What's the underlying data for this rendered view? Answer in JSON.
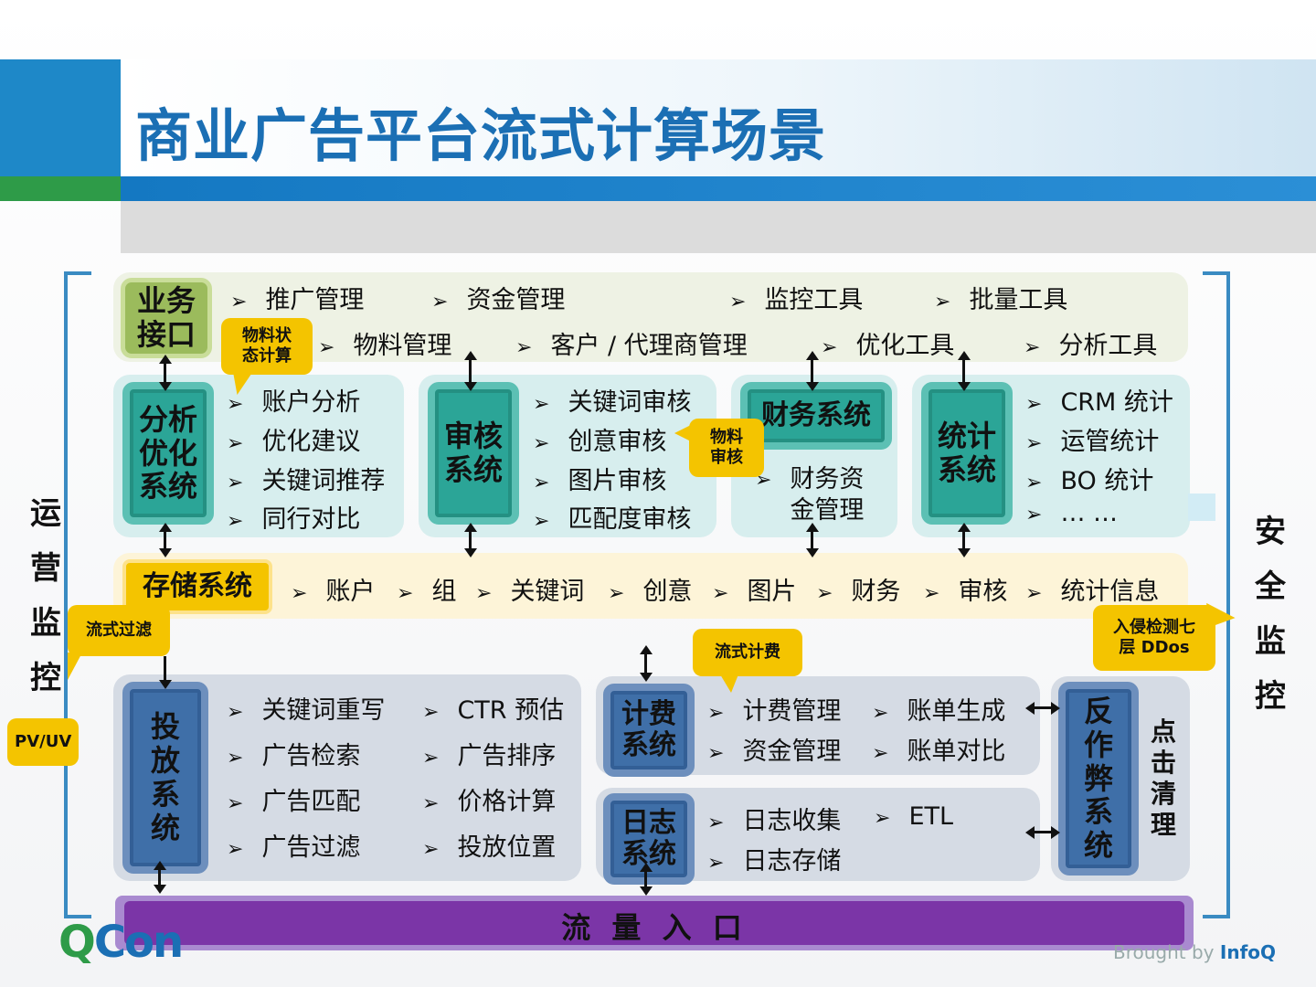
{
  "title": "商业广告平台流式计算场景",
  "left_label": [
    "运",
    "营",
    "监",
    "控"
  ],
  "right_label": [
    "安",
    "全",
    "监",
    "控"
  ],
  "business": {
    "box": "业务接口",
    "row1": [
      "推广管理",
      "资金管理",
      "监控工具",
      "批量工具"
    ],
    "row2": [
      "物料管理",
      "客户 / 代理商管理",
      "优化工具",
      "分析工具"
    ]
  },
  "analysis": {
    "box": "分析优化系统",
    "items": [
      "账户分析",
      "优化建议",
      "关键词推荐",
      "同行对比"
    ]
  },
  "audit": {
    "box": "审核系统",
    "items": [
      "关键词审核",
      "创意审核",
      "图片审核",
      "匹配度审核"
    ]
  },
  "finance": {
    "box": "财务系统",
    "item": "财务资金管理"
  },
  "stats": {
    "box": "统计系统",
    "items": [
      "CRM 统计",
      "运管统计",
      "BO 统计",
      "… …"
    ]
  },
  "storage": {
    "box": "存储系统",
    "items": [
      "账户",
      "组",
      "关键词",
      "创意",
      "图片",
      "财务",
      "审核",
      "统计信息"
    ]
  },
  "delivery": {
    "box": "投放系统",
    "col1": [
      "关键词重写",
      "广告检索",
      "广告匹配",
      "广告过滤"
    ],
    "col2": [
      "CTR 预估",
      "广告排序",
      "价格计算",
      "投放位置"
    ]
  },
  "billing": {
    "box": "计费系统",
    "items": [
      "计费管理",
      "账单生成",
      "资金管理",
      "账单对比"
    ]
  },
  "log": {
    "box": "日志系统",
    "items": [
      "日志收集",
      "ETL",
      "日志存储"
    ]
  },
  "anticheat": {
    "box": "反作弊系统",
    "side": "点击清理"
  },
  "traffic": "流 量 入 口",
  "callouts": {
    "material_state": "物料状态计算",
    "material_audit": "物料审核",
    "stream_filter": "流式过滤",
    "pvuv": "PV/UV",
    "stream_billing": "流式计费",
    "intrusion": "入侵检测七层 DDos"
  },
  "footer": {
    "logo": "QCon",
    "brought": "Brought by",
    "infoq": "InfoQ"
  },
  "colors": {
    "title": "#1b6fb4",
    "teal": "#2ba597",
    "gold": "#f4c400",
    "navy": "#3f6fa8",
    "purple": "#7b35a7"
  }
}
